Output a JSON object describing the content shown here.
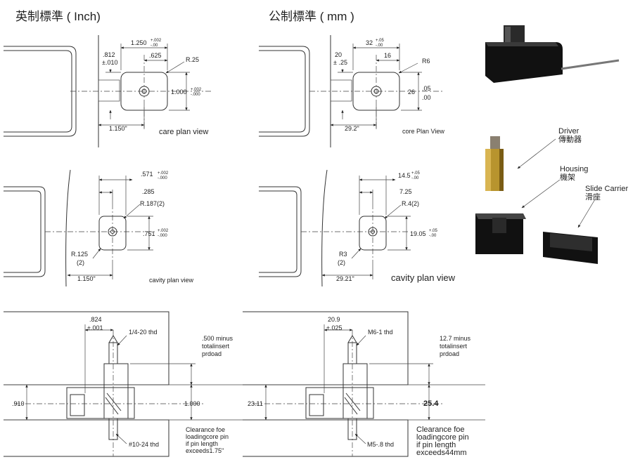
{
  "titles": {
    "inch": "英制標準 ( Inch)",
    "mm": "公制標準 ( mm )"
  },
  "inch_core": {
    "dim_w": "1.250",
    "dim_w_tol_top": "+.002",
    "dim_w_tol_bot": "-.00",
    "dim_half": ".625",
    "dim_left_top": ".812",
    "dim_left_bot": "±.010",
    "radius": "R.25",
    "dim_h": "1.000",
    "dim_h_tol_top": "+.002",
    "dim_h_tol_bot": "-.000",
    "dim_bottom": "1.150\"",
    "caption": "care plan view"
  },
  "mm_core": {
    "dim_w": "32",
    "dim_w_tol_top": "+.05",
    "dim_w_tol_bot": "-.00",
    "dim_half": "16",
    "dim_left_top": "20",
    "dim_left_bot": "± .25",
    "radius": "R6",
    "dim_h": "26",
    "dim_h_tol_top": ".05",
    "dim_h_tol_bot": ".00",
    "dim_bottom": "29.2\"",
    "caption": "core Plan View"
  },
  "inch_cavity": {
    "dim_w": ".571",
    "dim_w_tol_top": "+.002",
    "dim_w_tol_bot": "-.000",
    "dim_half": ".285",
    "radius": "R.187(2)",
    "dim_h": ".751",
    "dim_h_tol_top": "+.002",
    "dim_h_tol_bot": "-.000",
    "corner_radius": "R.125",
    "corner_count": "(2)",
    "dim_bottom": "1.150\"",
    "caption": "cavity plan view"
  },
  "mm_cavity": {
    "dim_w": "14.5",
    "dim_w_tol_top": "+.05",
    "dim_w_tol_bot": "-.00",
    "dim_half": "7.25",
    "radius": "R.4(2)",
    "dim_h": "19.05",
    "dim_h_tol_top": "+.05",
    "dim_h_tol_bot": "-.00",
    "corner_radius": "R3",
    "corner_count": "(2)",
    "dim_bottom": "29.21\"",
    "caption": "cavity plan view"
  },
  "inch_section": {
    "dim_top": ".824",
    "dim_top_tol": "±.001",
    "thread_top": "1/4-20 thd",
    "note_lines": [
      ".500 minus",
      "totalinsert",
      "prdoad"
    ],
    "dim_left": ".910",
    "dim_right": "1.000",
    "thread_bottom": "#10-24 thd",
    "clearance_lines": [
      "Clearance foe",
      "loadingcore pin",
      "if pin length",
      "exceeds1.75\""
    ]
  },
  "mm_section": {
    "dim_top": "20.9",
    "dim_top_tol": "±.025",
    "thread_top": "M6-1 thd",
    "note_lines": [
      "12.7 minus",
      "totalinsert",
      "prdoad"
    ],
    "dim_left": "23.11",
    "dim_right": "25.4",
    "thread_bottom": "M5-.8 thd",
    "clearance_lines": [
      "Clearance foe",
      "loadingcore pin",
      "if pin length",
      "exceeds44mm"
    ]
  },
  "parts": {
    "driver_en": "Driver",
    "driver_zh": "傳動器",
    "housing_en": "Housing",
    "housing_zh": "機架",
    "slide_en": "Slide Carrier",
    "slide_zh": "滑座"
  }
}
